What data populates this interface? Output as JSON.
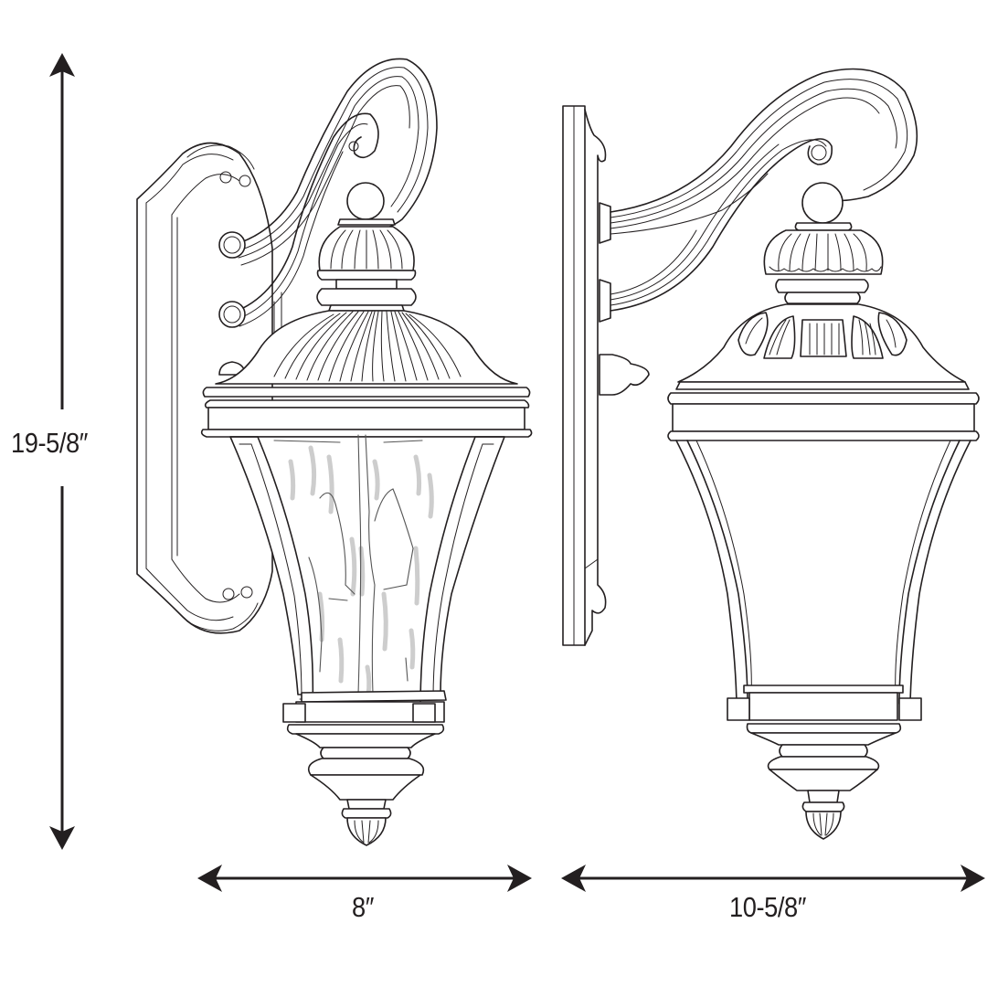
{
  "drawing": {
    "subject": "Outdoor wall lantern dimension drawing",
    "views": [
      {
        "name": "front-view",
        "glass": "water glass"
      },
      {
        "name": "side-view",
        "glass": "clear"
      }
    ]
  },
  "dimensions": {
    "height": {
      "label": "19-5/8″",
      "orientation": "vertical"
    },
    "width": {
      "label": "8″",
      "orientation": "horizontal"
    },
    "extension": {
      "label": "10-5/8″",
      "orientation": "horizontal"
    }
  },
  "colors": {
    "line": "#231f20",
    "background": "#ffffff",
    "glass_texture": "#b8b8b8"
  }
}
